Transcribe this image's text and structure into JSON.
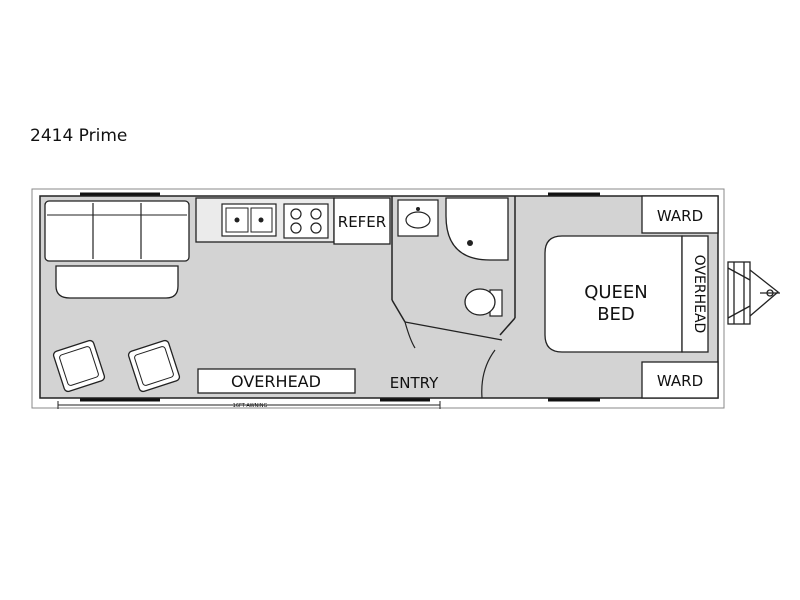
{
  "model": {
    "title": "2414 Prime"
  },
  "labels": {
    "refer": "REFER",
    "ward_top": "WARD",
    "ward_bottom": "WARD",
    "overhead_front": "OVERHEAD",
    "overhead_bottom": "OVERHEAD",
    "queen_line1": "QUEEN",
    "queen_line2": "BED",
    "entry": "ENTRY",
    "awning": "16FT AWNING"
  },
  "colors": {
    "floor": "#d3d3d3",
    "line": "#222222",
    "fixture": "#ffffff"
  }
}
